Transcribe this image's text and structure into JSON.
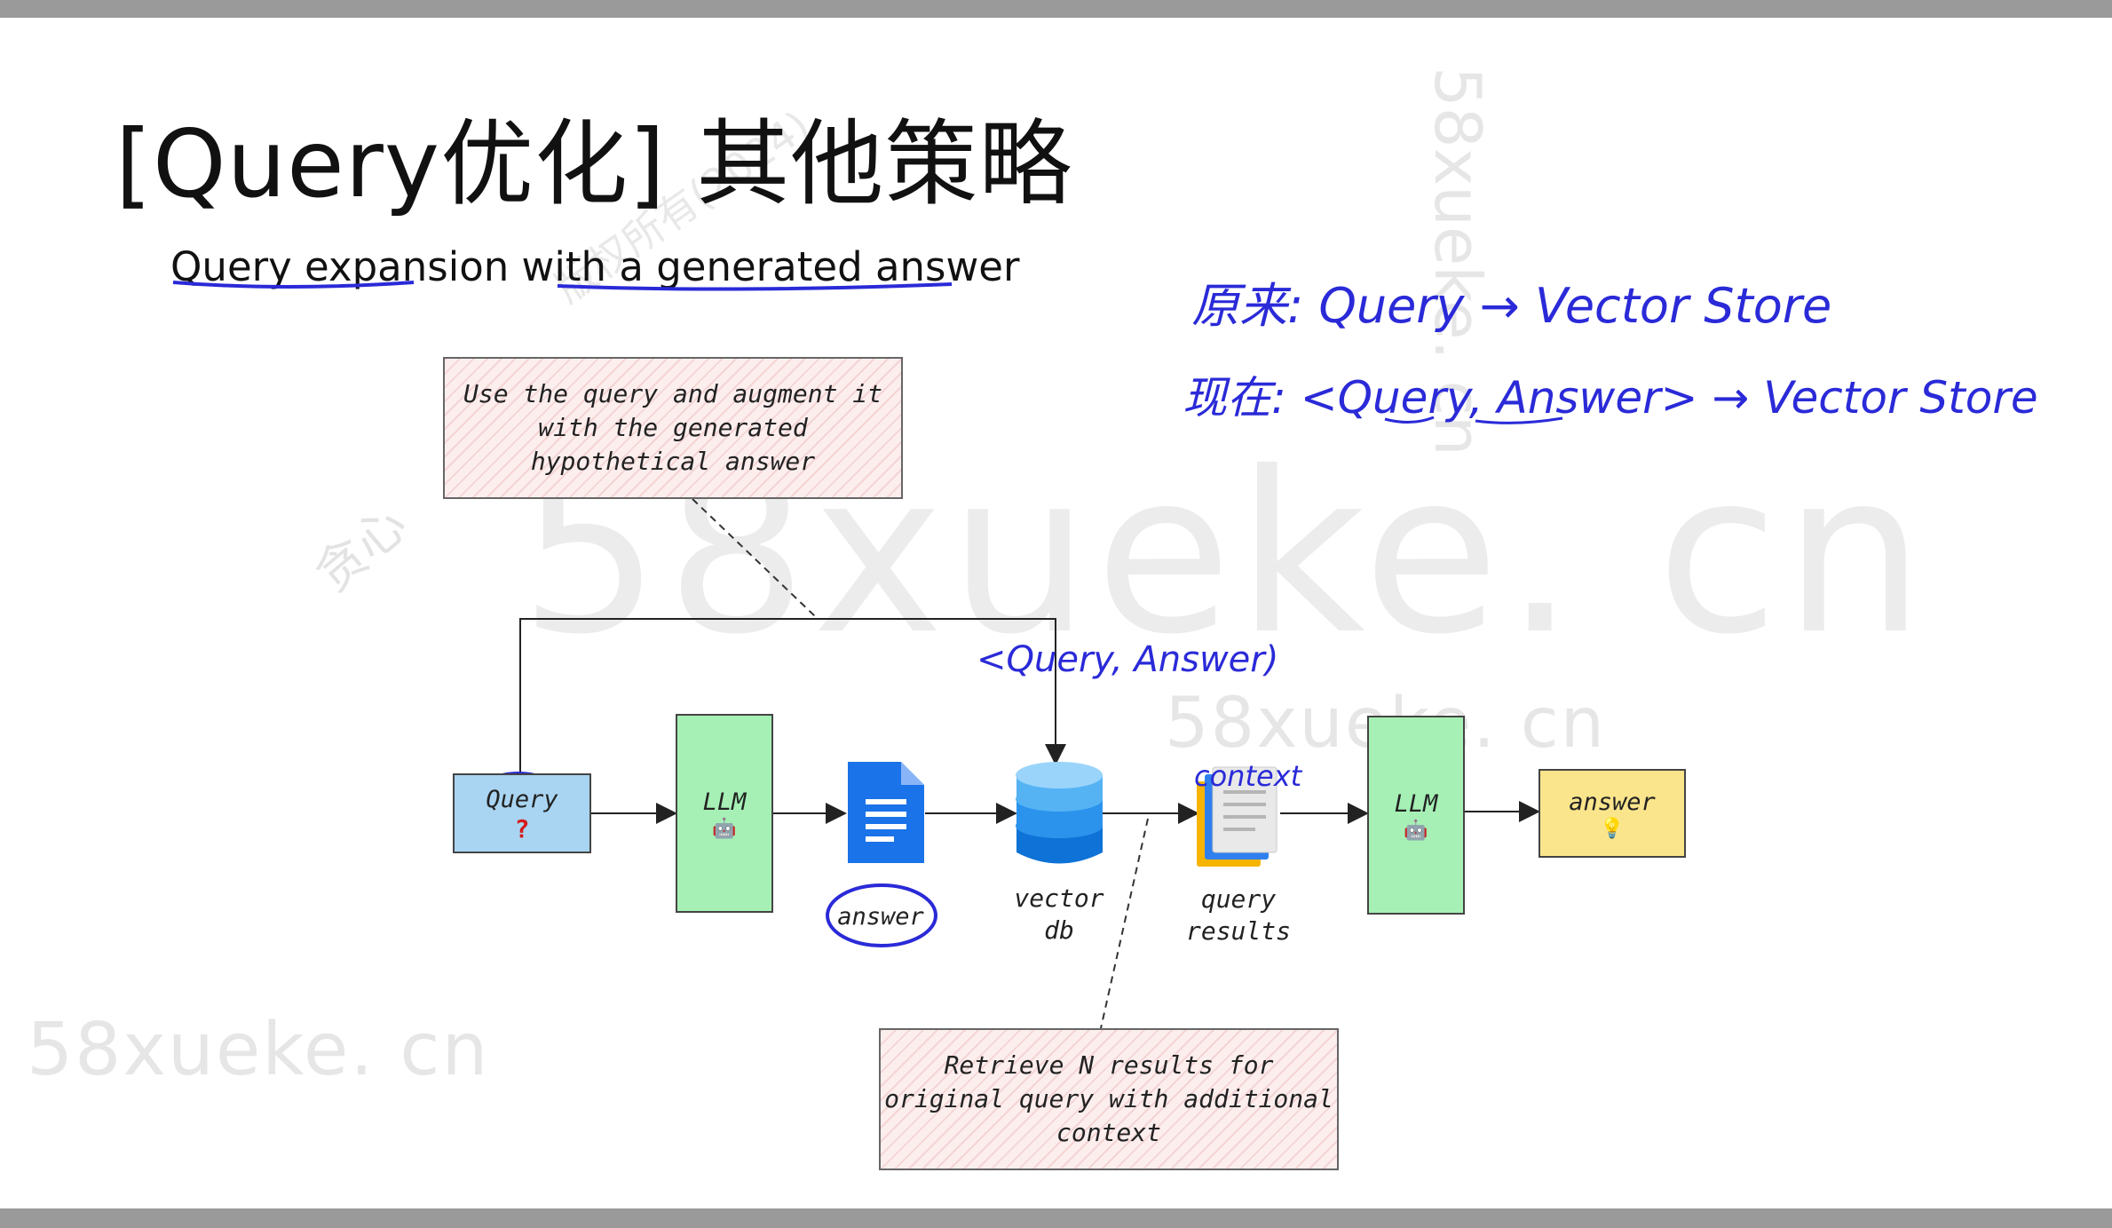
{
  "slide": {
    "title": "[Query优化] 其他策略",
    "subtitle": "Query expansion with a generated answer"
  },
  "notes": {
    "top": "Use the query and augment it with  the generated hypothetical answer",
    "bottom": "Retrieve N results for original query with additional context"
  },
  "nodes": {
    "query": {
      "label": "Query",
      "mark": "?"
    },
    "llm1": {
      "label": "LLM",
      "emoji": "🤖"
    },
    "doc_label": "answer",
    "vectordb_label": "vector db",
    "query_results_label": "query results",
    "llm2": {
      "label": "LLM",
      "emoji": "🤖"
    },
    "answer": {
      "label": "answer",
      "emoji": "💡"
    }
  },
  "handwriting": {
    "line1": "原来:  Query → Vector Store",
    "line2": "现在:  <Query, Answer> → Vector Store",
    "diagram_pair": "<Query, Answer)",
    "context": "context"
  },
  "watermarks": {
    "big": "58xueke. cn",
    "mid": "58xueke. cn",
    "bottom_left": "58xueke. cn",
    "vertical": "58xueke. cn",
    "diagonal": "版权所有(2024)",
    "small_cn": "贪心"
  },
  "colors": {
    "pen": "#2a2ad8",
    "query_fill": "#a9d5f2",
    "llm_fill": "#a6f0b5",
    "answer_fill": "#fbe58c",
    "note_fill": "#fdeeee",
    "doc_blue": "#1a73e8"
  },
  "icons": [
    "document-icon",
    "database-icon",
    "stacked-pages-icon",
    "robot-icon",
    "lightbulb-icon"
  ]
}
